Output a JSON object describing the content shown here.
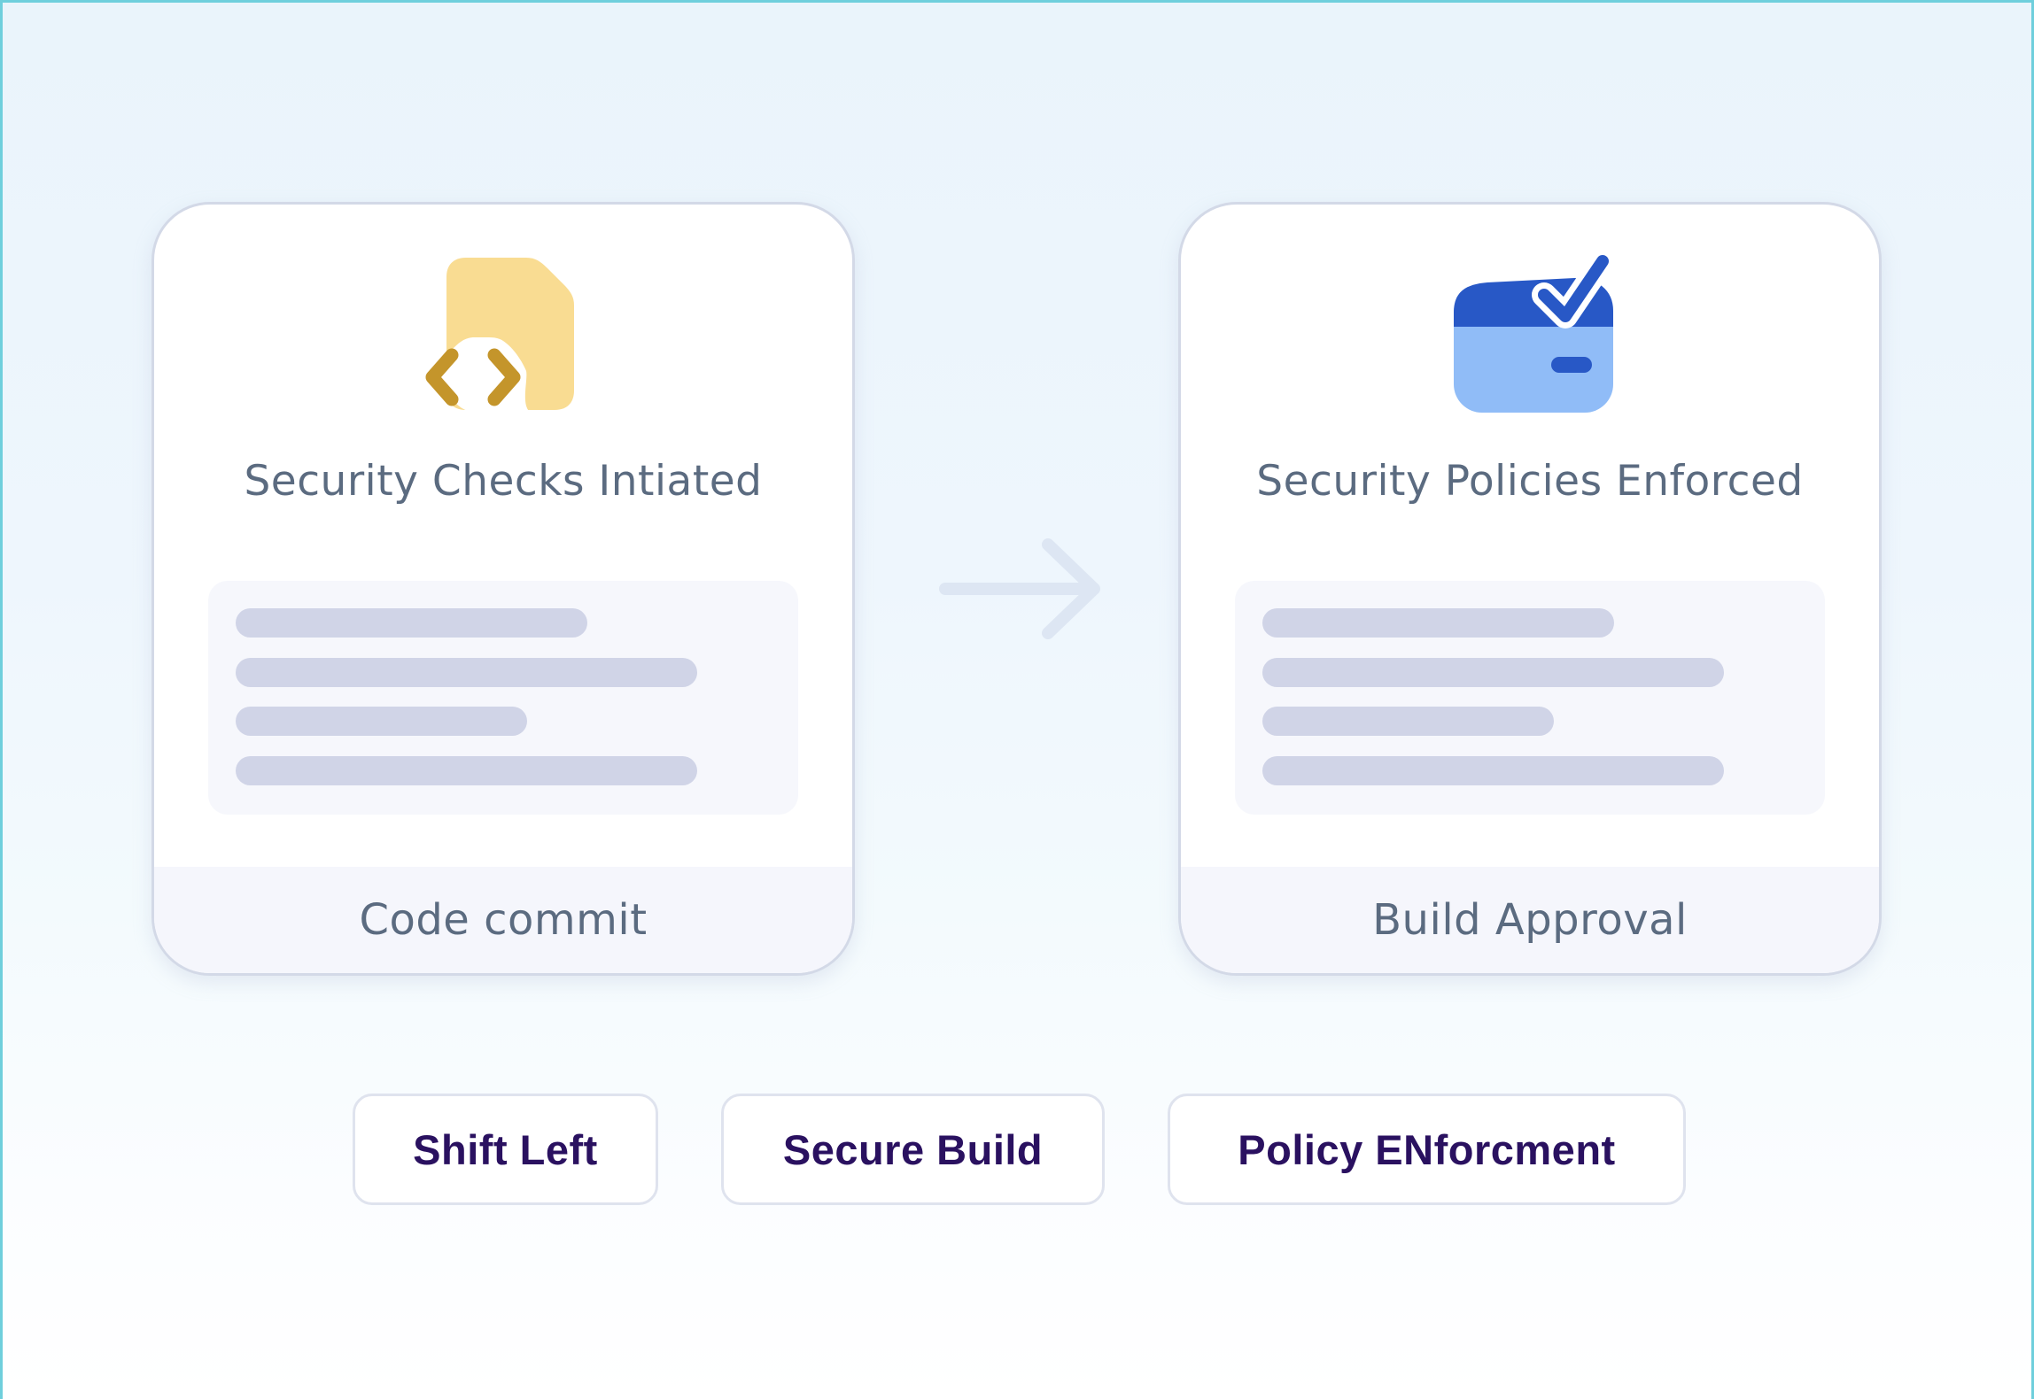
{
  "steps": [
    {
      "title": "Security Checks Intiated",
      "footer": "Code commit",
      "icon": "code-file-icon",
      "icon_colors": {
        "file": "#f9dc92",
        "chevrons": "#c4952b"
      }
    },
    {
      "title": "Security Policies Enforced",
      "footer": "Build Approval",
      "icon": "wallet-check-icon",
      "icon_colors": {
        "top": "#2858c6",
        "body": "#90bcf7",
        "slot": "#2858c6"
      }
    }
  ],
  "connector": {
    "icon": "arrow-right-icon",
    "color": "#dde6f3"
  },
  "tags": [
    "Shift Left",
    "Secure Build",
    "Policy ENforcment"
  ],
  "colors": {
    "title_text": "#5b6b80",
    "tag_text": "#2a1160",
    "card_border": "#d3d9e7",
    "placeholder": "#d0d4e7",
    "frame_border": "#6fcfdc"
  }
}
